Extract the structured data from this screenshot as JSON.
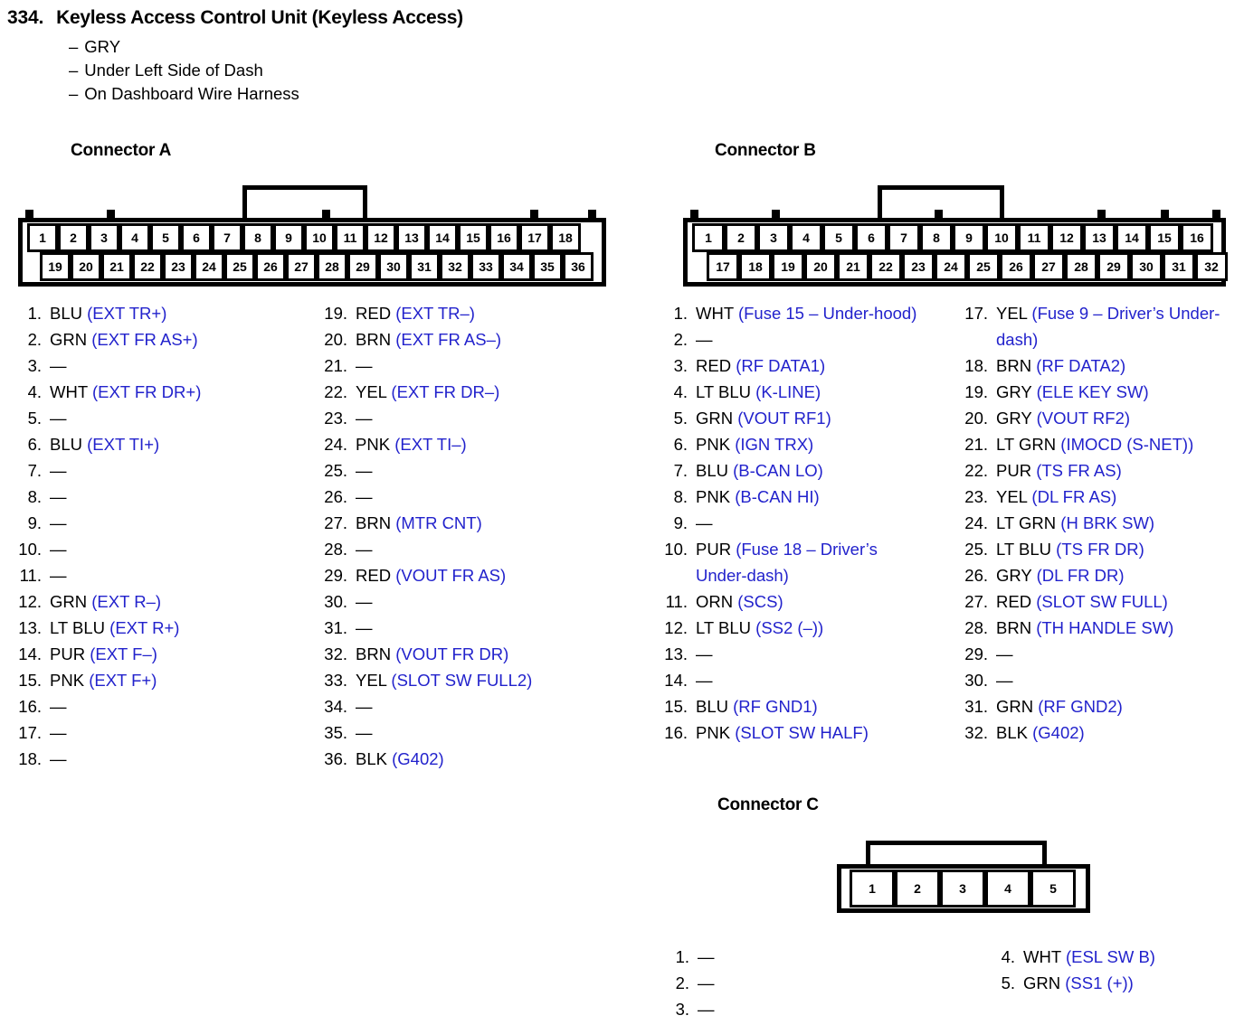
{
  "header": {
    "number": "334.",
    "title": "Keyless Access Control Unit (Keyless Access)",
    "bullets": [
      "GRY",
      "Under Left Side of Dash",
      "On Dashboard Wire Harness"
    ],
    "dash": "–"
  },
  "colors": {
    "signal_blue": "#2222cc",
    "text_black": "#000000",
    "page_background": "#ffffff"
  },
  "connectors": [
    {
      "id": "a",
      "heading": "Connector A",
      "top_row": [
        "1",
        "2",
        "3",
        "4",
        "5",
        "6",
        "7",
        "8",
        "9",
        "10",
        "11",
        "12",
        "13",
        "14",
        "15",
        "16",
        "17",
        "18"
      ],
      "bottom_row": [
        "19",
        "20",
        "21",
        "22",
        "23",
        "24",
        "25",
        "26",
        "27",
        "28",
        "29",
        "30",
        "31",
        "32",
        "33",
        "34",
        "35",
        "36"
      ],
      "pins_left": [
        {
          "no": "1.",
          "color": "BLU",
          "signal": "(EXT TR+)"
        },
        {
          "no": "2.",
          "color": "GRN",
          "signal": "(EXT FR AS+)"
        },
        {
          "no": "3.",
          "color": "—",
          "signal": ""
        },
        {
          "no": "4.",
          "color": "WHT",
          "signal": "(EXT FR DR+)"
        },
        {
          "no": "5.",
          "color": "—",
          "signal": ""
        },
        {
          "no": "6.",
          "color": "BLU",
          "signal": "(EXT TI+)"
        },
        {
          "no": "7.",
          "color": "—",
          "signal": ""
        },
        {
          "no": "8.",
          "color": "—",
          "signal": ""
        },
        {
          "no": "9.",
          "color": "—",
          "signal": ""
        },
        {
          "no": "10.",
          "color": "—",
          "signal": ""
        },
        {
          "no": "11.",
          "color": "—",
          "signal": ""
        },
        {
          "no": "12.",
          "color": "GRN",
          "signal": "(EXT R–)"
        },
        {
          "no": "13.",
          "color": "LT BLU",
          "signal": "(EXT R+)"
        },
        {
          "no": "14.",
          "color": "PUR",
          "signal": "(EXT F–)"
        },
        {
          "no": "15.",
          "color": "PNK",
          "signal": "(EXT F+)"
        },
        {
          "no": "16.",
          "color": "—",
          "signal": ""
        },
        {
          "no": "17.",
          "color": "—",
          "signal": ""
        },
        {
          "no": "18.",
          "color": "—",
          "signal": ""
        }
      ],
      "pins_right": [
        {
          "no": "19.",
          "color": "RED",
          "signal": "(EXT TR–)"
        },
        {
          "no": "20.",
          "color": "BRN",
          "signal": "(EXT FR AS–)"
        },
        {
          "no": "21.",
          "color": "—",
          "signal": ""
        },
        {
          "no": "22.",
          "color": "YEL",
          "signal": "(EXT FR DR–)"
        },
        {
          "no": "23.",
          "color": "—",
          "signal": ""
        },
        {
          "no": "24.",
          "color": "PNK",
          "signal": "(EXT TI–)"
        },
        {
          "no": "25.",
          "color": "—",
          "signal": ""
        },
        {
          "no": "26.",
          "color": "—",
          "signal": ""
        },
        {
          "no": "27.",
          "color": "BRN",
          "signal": "(MTR CNT)"
        },
        {
          "no": "28.",
          "color": "—",
          "signal": ""
        },
        {
          "no": "29.",
          "color": "RED",
          "signal": "(VOUT FR AS)"
        },
        {
          "no": "30.",
          "color": "—",
          "signal": ""
        },
        {
          "no": "31.",
          "color": "—",
          "signal": ""
        },
        {
          "no": "32.",
          "color": "BRN",
          "signal": "(VOUT FR DR)"
        },
        {
          "no": "33.",
          "color": "YEL",
          "signal": "(SLOT SW FULL2)"
        },
        {
          "no": "34.",
          "color": "—",
          "signal": ""
        },
        {
          "no": "35.",
          "color": "—",
          "signal": ""
        },
        {
          "no": "36.",
          "color": "BLK",
          "signal": "(G402)"
        }
      ]
    },
    {
      "id": "b",
      "heading": "Connector B",
      "top_row": [
        "1",
        "2",
        "3",
        "4",
        "5",
        "6",
        "7",
        "8",
        "9",
        "10",
        "11",
        "12",
        "13",
        "14",
        "15",
        "16"
      ],
      "bottom_row": [
        "17",
        "18",
        "19",
        "20",
        "21",
        "22",
        "23",
        "24",
        "25",
        "26",
        "27",
        "28",
        "29",
        "30",
        "31",
        "32"
      ],
      "pins_left": [
        {
          "no": "1.",
          "color": "WHT",
          "signal": "(Fuse 15 – Under-hood)",
          "wrap": true
        },
        {
          "no": "2.",
          "color": "—",
          "signal": ""
        },
        {
          "no": "3.",
          "color": "RED",
          "signal": "(RF DATA1)"
        },
        {
          "no": "4.",
          "color": "LT BLU",
          "signal": "(K-LINE)"
        },
        {
          "no": "5.",
          "color": "GRN",
          "signal": "(VOUT RF1)"
        },
        {
          "no": "6.",
          "color": "PNK",
          "signal": "(IGN TRX)"
        },
        {
          "no": "7.",
          "color": "BLU",
          "signal": "(B-CAN LO)"
        },
        {
          "no": "8.",
          "color": "PNK",
          "signal": "(B-CAN HI)"
        },
        {
          "no": "9.",
          "color": "—",
          "signal": ""
        },
        {
          "no": "10.",
          "color": "PUR",
          "signal": "(Fuse 18 – Driver’s Under-dash)",
          "wrap": true
        },
        {
          "no": "11.",
          "color": "ORN",
          "signal": "(SCS)"
        },
        {
          "no": "12.",
          "color": "LT BLU",
          "signal": "(SS2 (–))"
        },
        {
          "no": "13.",
          "color": "—",
          "signal": ""
        },
        {
          "no": "14.",
          "color": "—",
          "signal": ""
        },
        {
          "no": "15.",
          "color": "BLU",
          "signal": "(RF GND1)"
        },
        {
          "no": "16.",
          "color": "PNK",
          "signal": "(SLOT SW HALF)"
        }
      ],
      "pins_right": [
        {
          "no": "17.",
          "color": "YEL",
          "signal": "(Fuse 9 – Driver’s Under-dash)",
          "wrap": true
        },
        {
          "no": "18.",
          "color": "BRN",
          "signal": "(RF DATA2)"
        },
        {
          "no": "19.",
          "color": "GRY",
          "signal": "(ELE KEY SW)"
        },
        {
          "no": "20.",
          "color": "GRY",
          "signal": "(VOUT RF2)"
        },
        {
          "no": "21.",
          "color": "LT GRN",
          "signal": "(IMOCD (S-NET))"
        },
        {
          "no": "22.",
          "color": "PUR",
          "signal": "(TS FR AS)"
        },
        {
          "no": "23.",
          "color": "YEL",
          "signal": "(DL FR AS)"
        },
        {
          "no": "24.",
          "color": "LT GRN",
          "signal": "(H BRK SW)"
        },
        {
          "no": "25.",
          "color": "LT BLU",
          "signal": "(TS FR DR)"
        },
        {
          "no": "26.",
          "color": "GRY",
          "signal": "(DL FR DR)"
        },
        {
          "no": "27.",
          "color": "RED",
          "signal": "(SLOT SW FULL)"
        },
        {
          "no": "28.",
          "color": "BRN",
          "signal": "(TH HANDLE SW)"
        },
        {
          "no": "29.",
          "color": "—",
          "signal": ""
        },
        {
          "no": "30.",
          "color": "—",
          "signal": ""
        },
        {
          "no": "31.",
          "color": "GRN",
          "signal": "(RF GND2)"
        },
        {
          "no": "32.",
          "color": "BLK",
          "signal": "(G402)"
        }
      ]
    },
    {
      "id": "c",
      "heading": "Connector C",
      "top_row": [
        "1",
        "2",
        "3",
        "4",
        "5"
      ],
      "bottom_row": [],
      "pins_left": [
        {
          "no": "1.",
          "color": "—",
          "signal": ""
        },
        {
          "no": "2.",
          "color": "—",
          "signal": ""
        },
        {
          "no": "3.",
          "color": "—",
          "signal": ""
        }
      ],
      "pins_right": [
        {
          "no": "4.",
          "color": "WHT",
          "signal": "(ESL SW B)"
        },
        {
          "no": "5.",
          "color": "GRN",
          "signal": "(SS1 (+))"
        }
      ]
    }
  ]
}
